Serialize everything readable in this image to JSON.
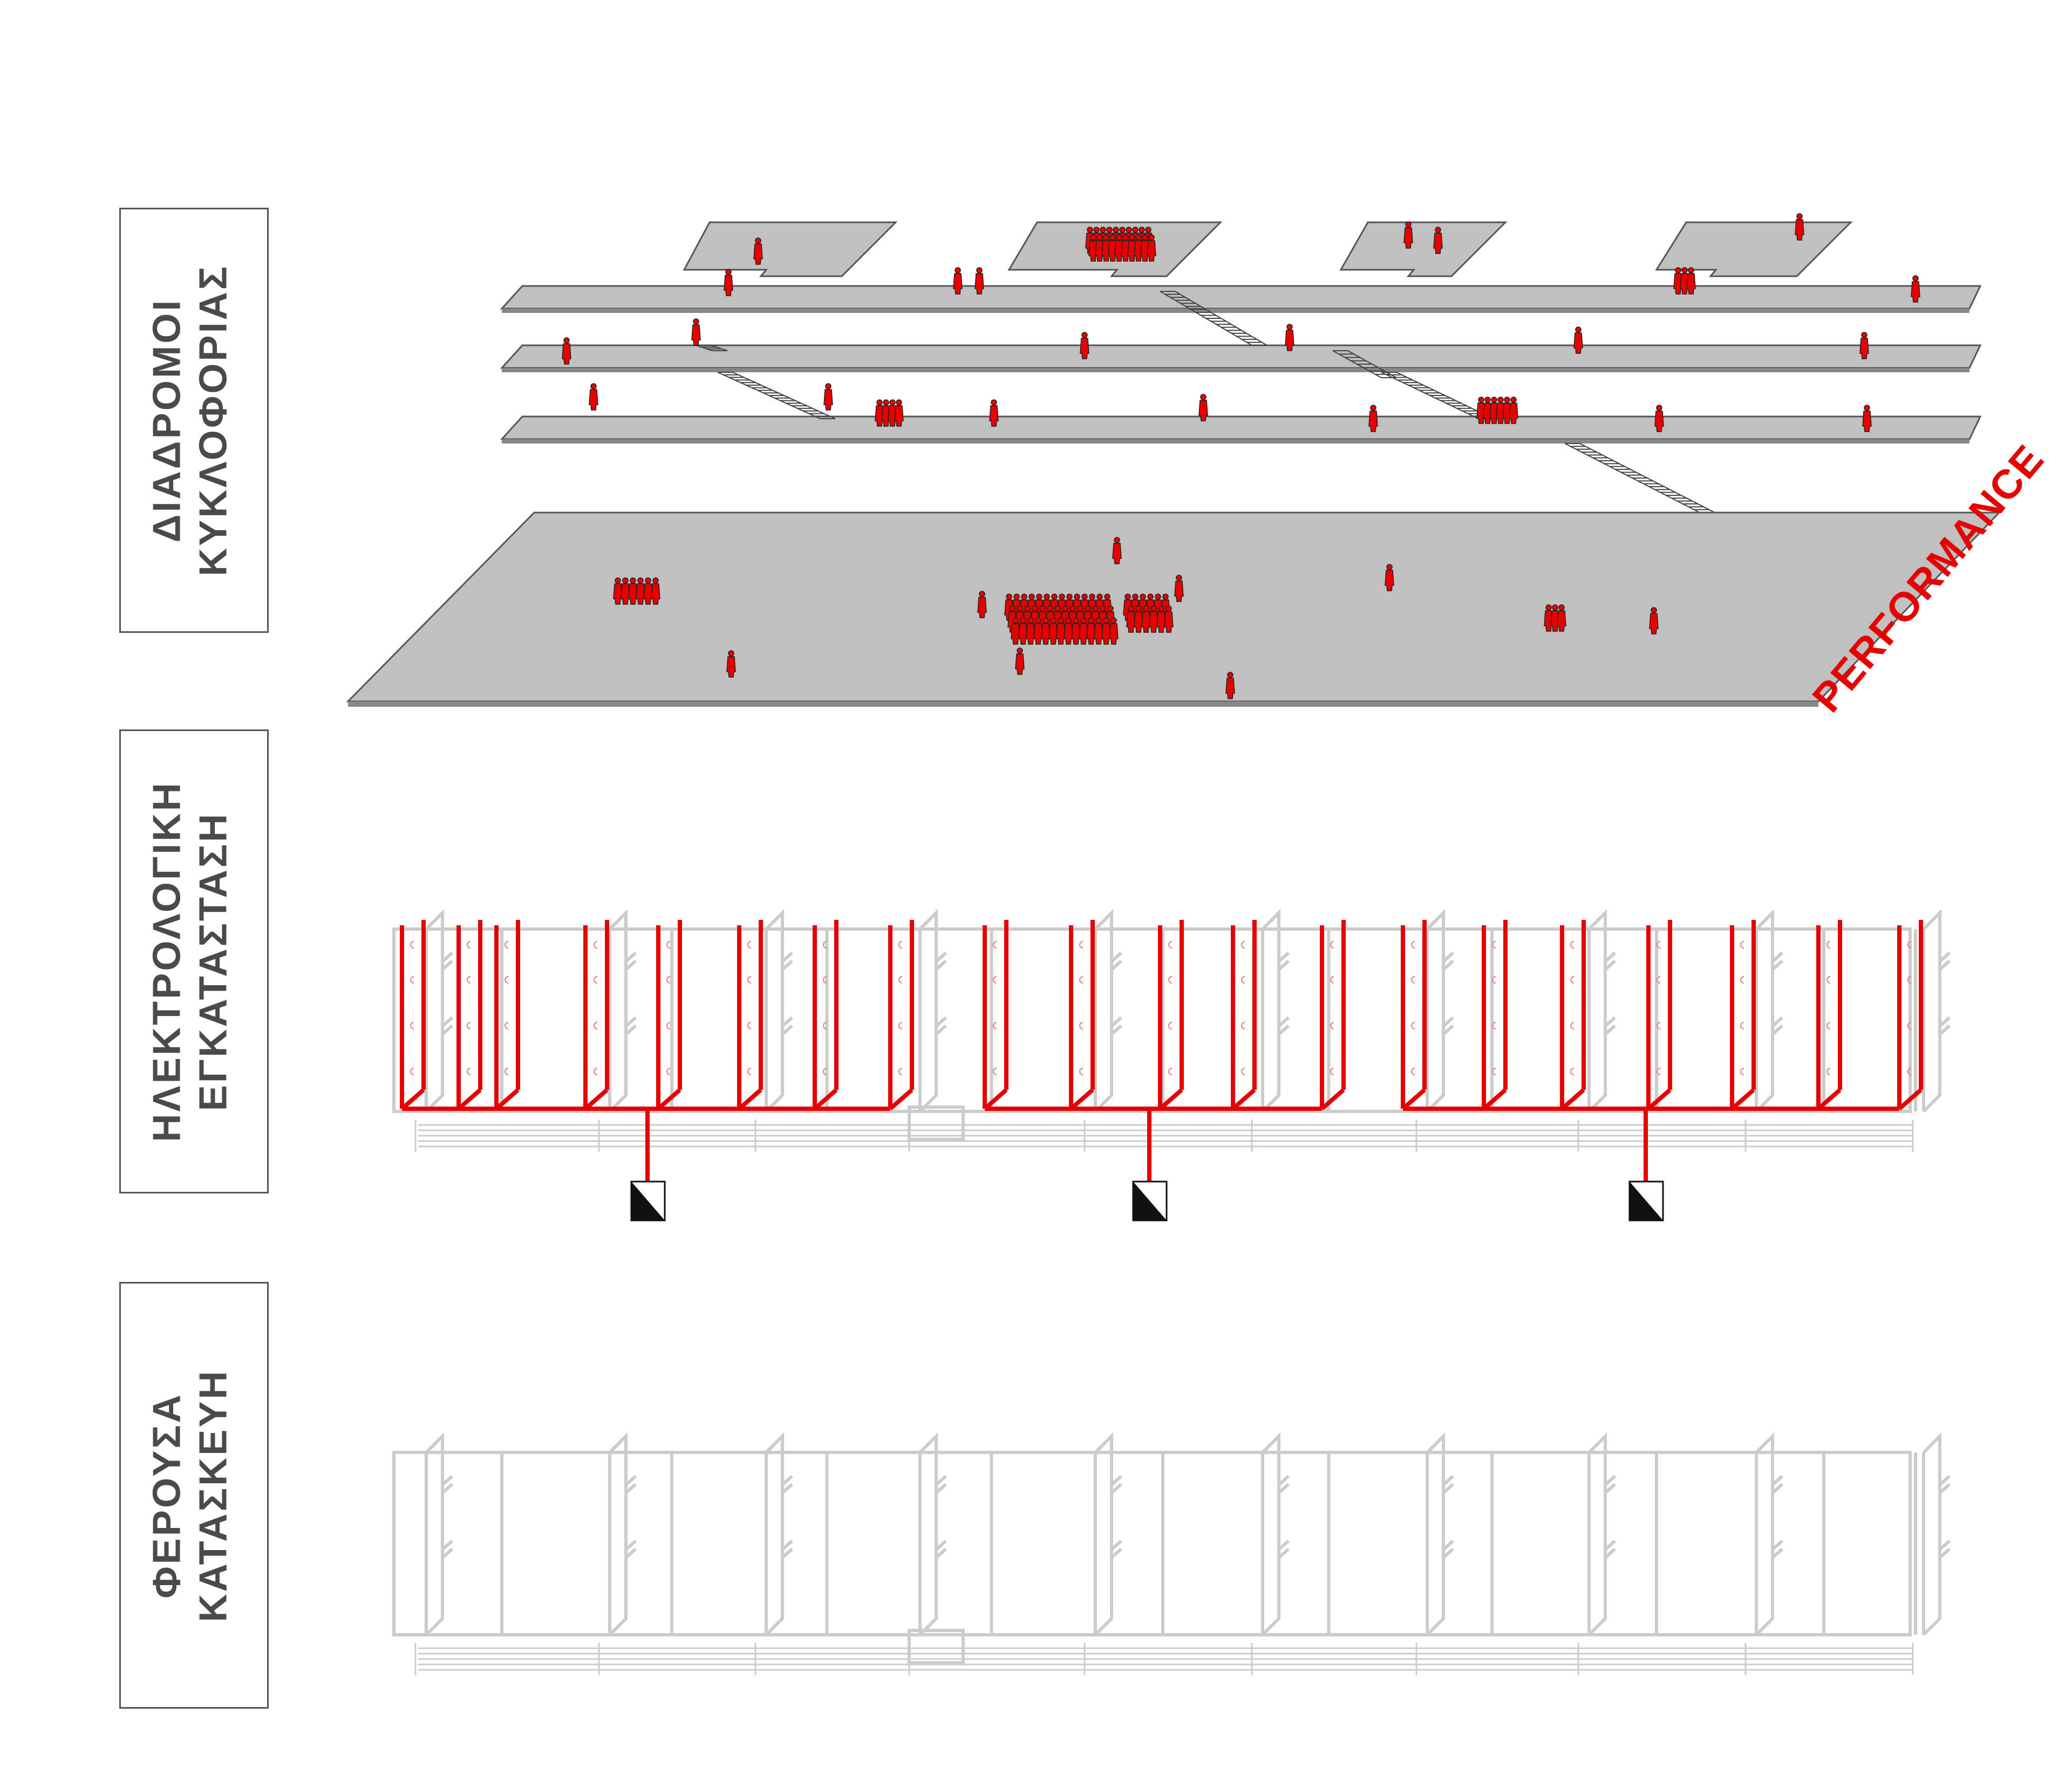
{
  "labels": {
    "circulation": {
      "line1": "ΔΙΑΔΡΟΜΟΙ",
      "line2": "ΚΥΚΛΟΦΟΡΙΑΣ"
    },
    "electrical": {
      "line1": "ΗΛΕΚΤΡΟΛΟΓΙΚΗ",
      "line2": "ΕΓΚΑΤΑΣΤΑΣΗ"
    },
    "structure": {
      "line1": "ΦΕΡΟΥΣΑ",
      "line2": "ΚΑΤΑΣΚΕΥΗ"
    }
  },
  "performance_label": "PERFORMANCE",
  "colors": {
    "accent": "#e60000",
    "slab_fill": "#c0c0c0",
    "slab_edge": "#555555",
    "frame_line": "#cccccc",
    "label_text": "#4a4a4a"
  }
}
